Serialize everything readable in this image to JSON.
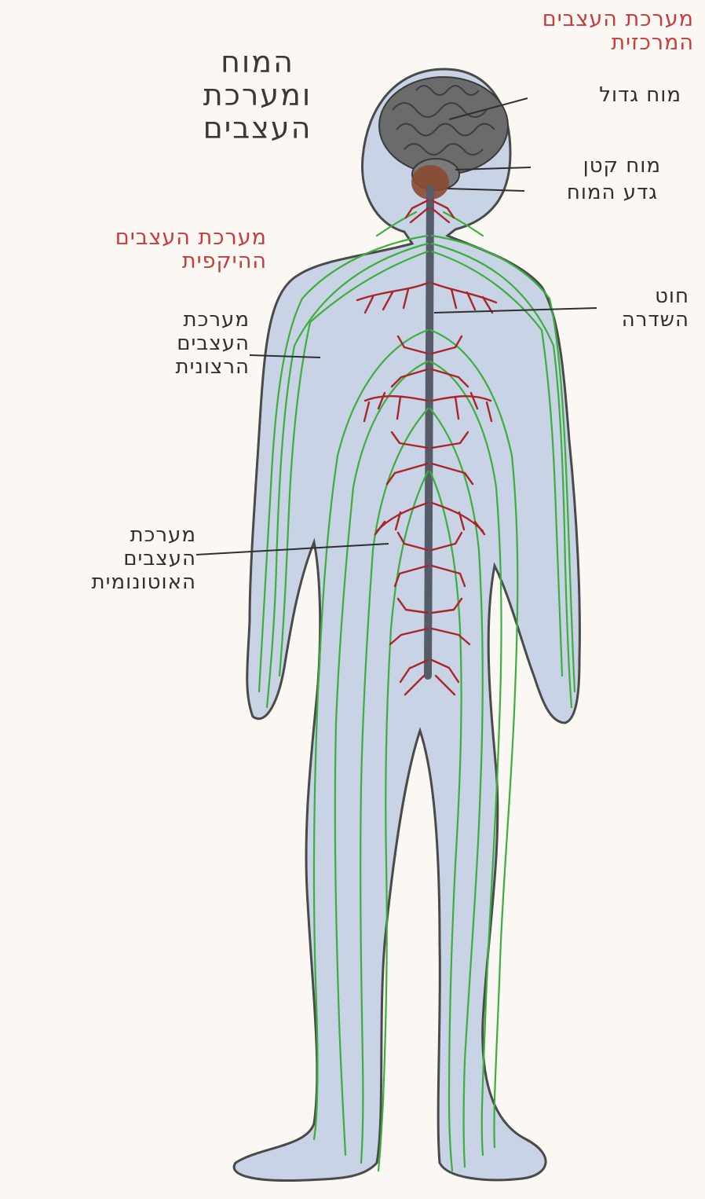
{
  "title": [
    "המוח",
    "ומערכת",
    "העצבים"
  ],
  "central_system": [
    "מערכת העצבים",
    "המרכזית"
  ],
  "peripheral_system": [
    "מערכת העצבים",
    "ההיקפית"
  ],
  "labels": {
    "cerebrum": "מוח גדול",
    "cerebellum": "מוח קטן",
    "brainstem": "גדע המוח",
    "spinal_cord": [
      "חוט",
      "השדרה"
    ],
    "somatic": [
      "מערכת",
      "העצבים",
      "הרצונית"
    ],
    "autonomic": [
      "מערכת",
      "העצבים",
      "האוטונומית"
    ]
  },
  "colors": {
    "body": "#c9d3e6",
    "outline": "#4a4a4a",
    "somatic_nerves": "#3cae3c",
    "autonomic_nerves": "#a8262a",
    "brain": "#6b6b6b",
    "brainstem": "#8a4a30",
    "heading_red": "#c93a3a"
  }
}
